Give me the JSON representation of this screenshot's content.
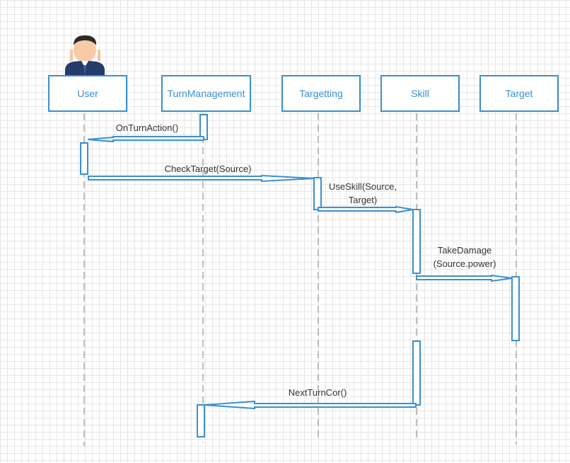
{
  "colors": {
    "accent": "#3b8fd1",
    "lifeline": "#aaaaaa",
    "text": "#333333",
    "grid": "#e6e6e6"
  },
  "actor": {
    "icon": "person-icon",
    "lifeline": "user"
  },
  "lifelines": [
    {
      "id": "user",
      "label": "User"
    },
    {
      "id": "turn-management",
      "label": "TurnManagement"
    },
    {
      "id": "targetting",
      "label": "Targetting"
    },
    {
      "id": "skill",
      "label": "Skill"
    },
    {
      "id": "target",
      "label": "Target"
    }
  ],
  "messages": [
    {
      "id": "on-turn-action",
      "from": "turn-management",
      "to": "user",
      "lines": [
        "OnTurnAction()"
      ]
    },
    {
      "id": "check-target",
      "from": "user",
      "to": "targetting",
      "lines": [
        "CheckTarget(Source)"
      ]
    },
    {
      "id": "use-skill",
      "from": "targetting",
      "to": "skill",
      "lines": [
        "UseSkill(Source,",
        "Target)"
      ]
    },
    {
      "id": "take-damage",
      "from": "skill",
      "to": "target",
      "lines": [
        "TakeDamage",
        "(Source.power)"
      ]
    },
    {
      "id": "next-turn-cor",
      "from": "skill",
      "to": "turn-management",
      "lines": [
        "NextTurnCor()"
      ]
    }
  ]
}
